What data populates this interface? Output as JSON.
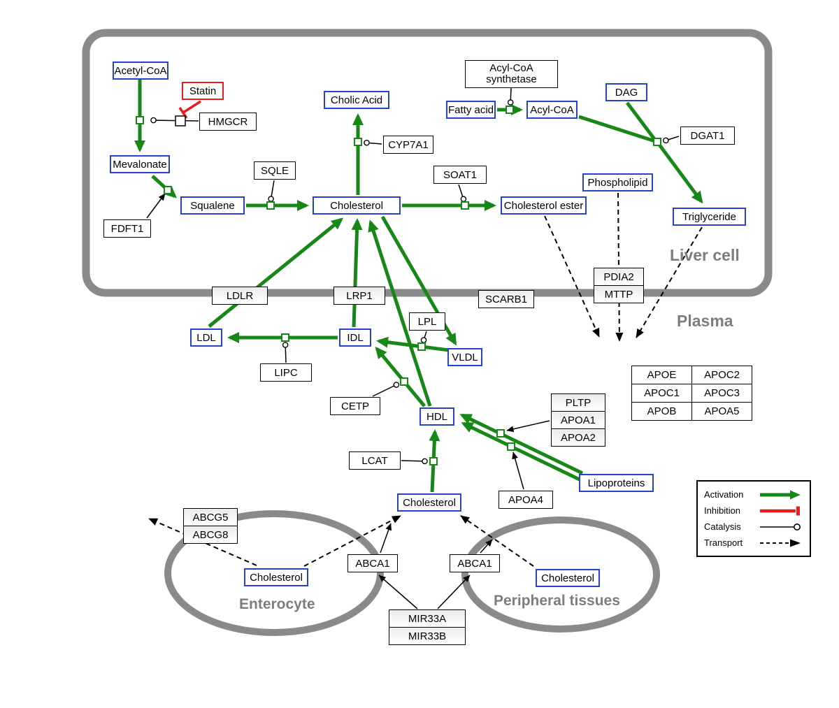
{
  "regions": {
    "liver_cell": "Liver cell",
    "plasma": "Plasma",
    "enterocyte": "Enterocyte",
    "peripheral_tissues": "Peripheral tissues"
  },
  "metabolites": {
    "acetyl_coa": "Acetyl-CoA",
    "mevalonate": "Mevalonate",
    "squalene": "Squalene",
    "cholesterol_liver": "Cholesterol",
    "cholic_acid": "Cholic Acid",
    "fatty_acid": "Fatty acid",
    "acyl_coa": "Acyl-CoA",
    "dag": "DAG",
    "phospholipid": "Phospholipid",
    "cholesterol_ester": "Cholesterol ester",
    "triglyceride": "Triglyceride",
    "ldl": "LDL",
    "idl": "IDL",
    "vldl": "VLDL",
    "hdl": "HDL",
    "lipoproteins": "Lipoproteins",
    "cholesterol_plasma": "Cholesterol",
    "cholesterol_enterocyte": "Cholesterol",
    "cholesterol_peripheral": "Cholesterol"
  },
  "proteins": {
    "statin": "Statin",
    "hmgcr": "HMGCR",
    "fdft1": "FDFT1",
    "sqle": "SQLE",
    "cyp7a1": "CYP7A1",
    "soat1": "SOAT1",
    "acyl_coa_synthetase": "Acyl-CoA synthetase",
    "dgat1": "DGAT1",
    "ldlr": "LDLR",
    "lrp1": "LRP1",
    "scarb1": "SCARB1",
    "pdia2": "PDIA2",
    "mttp": "MTTP",
    "lipc": "LIPC",
    "lpl": "LPL",
    "cetp": "CETP",
    "lcat": "LCAT",
    "pltp": "PLTP",
    "apoa1": "APOA1",
    "apoa2": "APOA2",
    "apoa4": "APOA4",
    "abcg5": "ABCG5",
    "abcg8": "ABCG8",
    "abca1_enterocyte": "ABCA1",
    "abca1_peripheral": "ABCA1",
    "mir33a": "MIR33A",
    "mir33b": "MIR33B"
  },
  "apolipoprotein_table": {
    "rows": [
      [
        "APOE",
        "APOC2"
      ],
      [
        "APOC1",
        "APOC3"
      ],
      [
        "APOB",
        "APOA5"
      ]
    ]
  },
  "legend": {
    "activation": "Activation",
    "inhibition": "Inhibition",
    "catalysis": "Catalysis",
    "transport": "Transport"
  },
  "colors": {
    "activation_green": "#178717",
    "inhibition_red": "#e81c1c",
    "metabolite_border_blue": "#2743cb",
    "membrane_gray": "#8a8a8a",
    "region_label_gray": "#7d7d7d"
  }
}
